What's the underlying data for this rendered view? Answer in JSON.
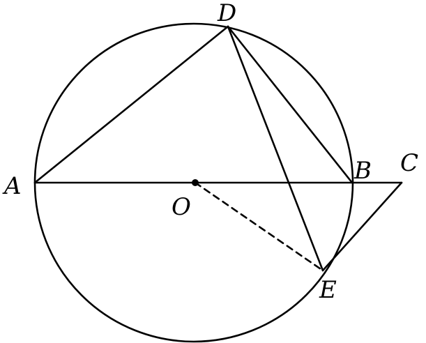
{
  "labels": {
    "A": "A",
    "B": "B",
    "C": "C",
    "D": "D",
    "E": "E",
    "O": "O"
  },
  "colors": {
    "ink": "#000000",
    "background": "#ffffff"
  }
}
